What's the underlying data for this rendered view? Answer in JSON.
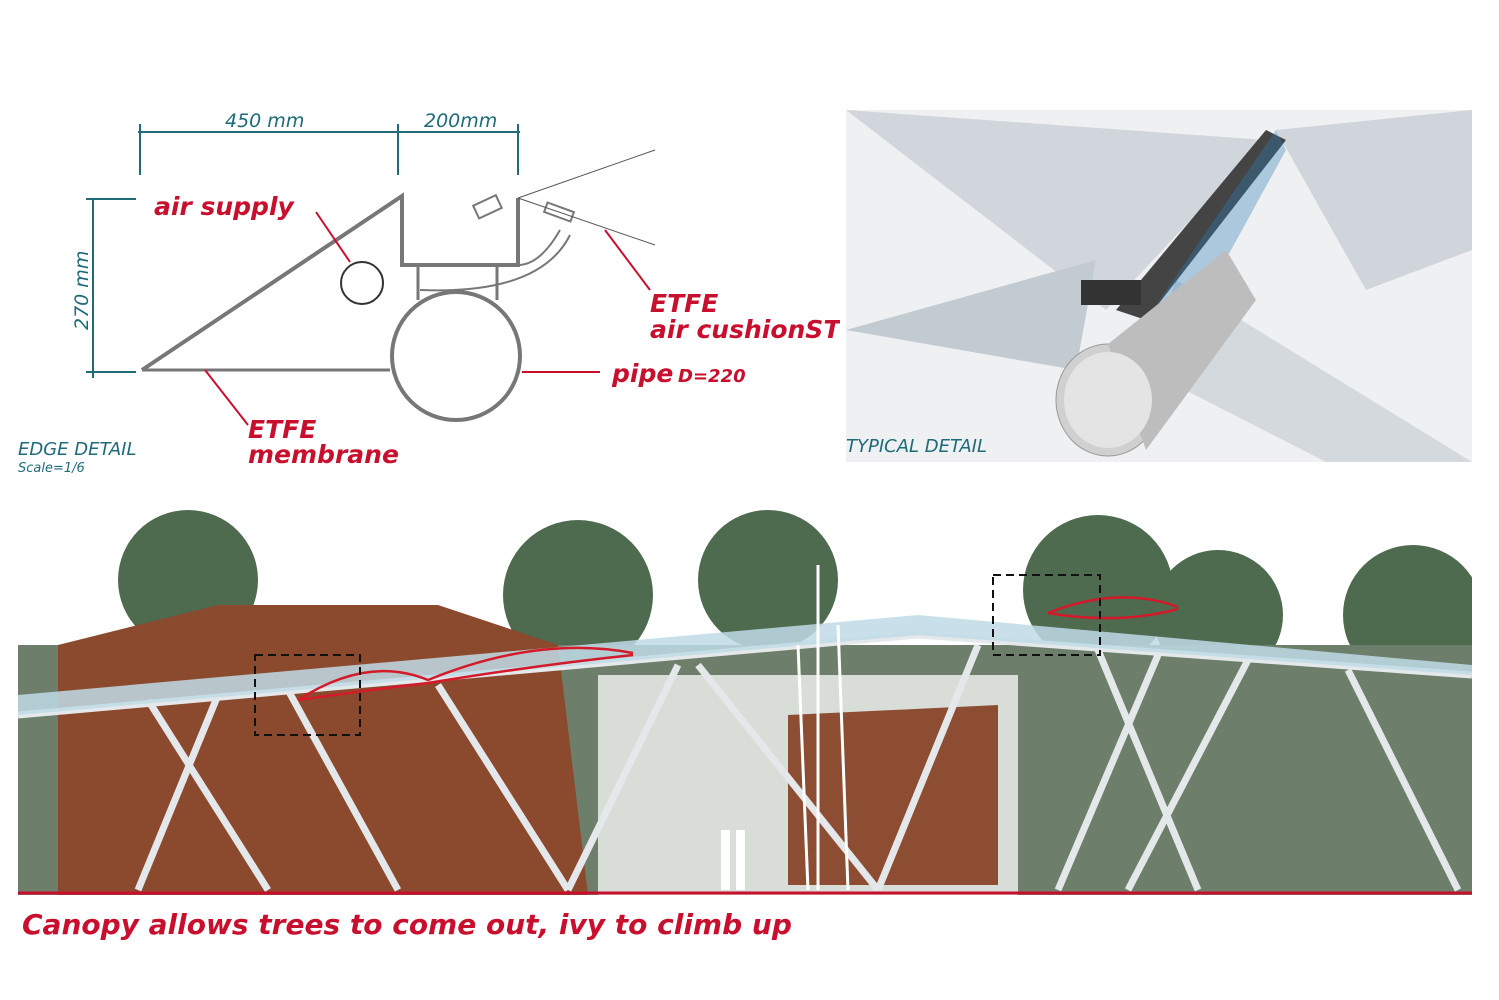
{
  "edge_detail": {
    "dim_width_1": "450 mm",
    "dim_width_2": "200mm",
    "dim_height": "270 mm",
    "label_air_supply": "air supply",
    "label_etfe_cushion_1": "ETFE",
    "label_etfe_cushion_2": "air cushionST",
    "label_pipe": "pipe",
    "label_pipe_dim": "D=220",
    "label_membrane_1": "ETFE",
    "label_membrane_2": "membrane",
    "title": "EDGE DETAIL",
    "scale": "Scale=1/6"
  },
  "typical_detail": {
    "title": "TYPICAL DETAIL"
  },
  "elevation": {
    "caption": "Canopy allows trees to come out, ivy to climb up"
  },
  "colors": {
    "accent_red": "#c8102e",
    "teal": "#1f6b78"
  }
}
